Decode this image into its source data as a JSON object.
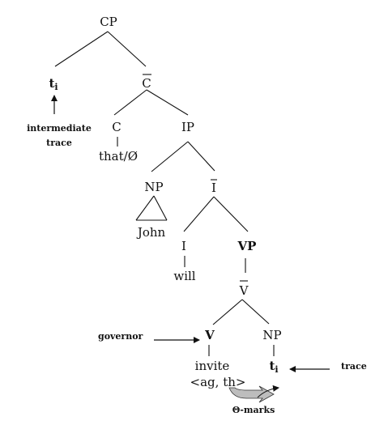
{
  "nodes": {
    "cp": "CP",
    "t_spec": "t",
    "t_spec_sub": "i",
    "c_bar": "C",
    "c_head": "C",
    "c_word": "that/Ø",
    "ip": "IP",
    "np_subj": "NP",
    "np_subj_word": "John",
    "i_bar": "I",
    "i_head": "I",
    "i_word": "will",
    "vp": "VP",
    "v_bar": "V",
    "v_head": "V",
    "v_word": "invite",
    "v_theta": "<ag, th>",
    "np_obj": "NP",
    "t_obj": "t",
    "t_obj_sub": "i"
  },
  "annotations": {
    "intermediate_line1": "intermediate",
    "intermediate_line2": "trace",
    "governor": "governor",
    "trace": "trace",
    "theta": "Θ-marks"
  }
}
